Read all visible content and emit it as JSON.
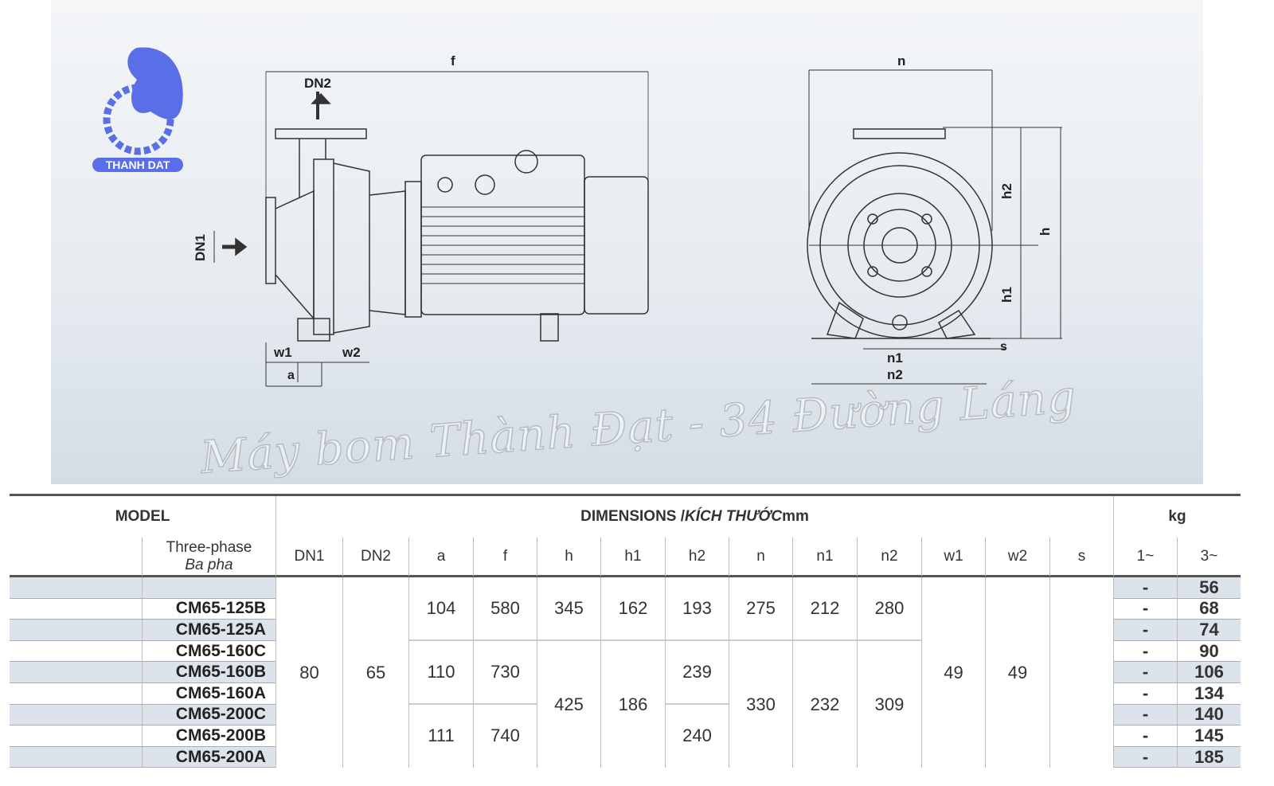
{
  "logo": {
    "text": "THANH DAT",
    "color": "#5a6ee8"
  },
  "watermark": "Máy bom Thành Đạt - 34 Đường Láng",
  "drawing_labels": {
    "f": "f",
    "dn2": "DN2",
    "dn1": "DN1",
    "w1": "w1",
    "w2": "w2",
    "a": "a",
    "n": "n",
    "h": "h",
    "h1": "h1",
    "h2": "h2",
    "n1": "n1",
    "n2": "n2",
    "s": "s"
  },
  "table": {
    "model_header": "MODEL",
    "phase_header": "Three-phase",
    "phase_header_vi": "Ba pha",
    "dim_header": "DIMENSIONS / ",
    "dim_header_vi": "KÍCH THƯỚC",
    "dim_unit": " mm",
    "kg_header": "kg",
    "columns": [
      "DN1",
      "DN2",
      "a",
      "f",
      "h",
      "h1",
      "h2",
      "n",
      "n1",
      "n2",
      "w1",
      "w2",
      "s",
      "1~",
      "3~"
    ],
    "models": [
      "",
      "CM65-125B",
      "CM65-125A",
      "CM65-160C",
      "CM65-160B",
      "CM65-160A",
      "CM65-200C",
      "CM65-200B",
      "CM65-200A"
    ],
    "dn1": "80",
    "dn2": "65",
    "a": [
      "104",
      "110",
      "111"
    ],
    "f": [
      "580",
      "730",
      "740"
    ],
    "h": [
      "345",
      "425"
    ],
    "h1": [
      "162",
      "186"
    ],
    "h2": [
      "193",
      "239",
      "240"
    ],
    "n": [
      "275",
      "330"
    ],
    "n1": [
      "212",
      "232"
    ],
    "n2": [
      "280",
      "309"
    ],
    "w1": "49",
    "w2": "49",
    "s": "",
    "kg1": [
      "-",
      "-",
      "-",
      "-",
      "-",
      "-",
      "-",
      "-",
      "-"
    ],
    "kg3": [
      "56",
      "68",
      "74",
      "90",
      "106",
      "134",
      "140",
      "145",
      "185"
    ]
  }
}
